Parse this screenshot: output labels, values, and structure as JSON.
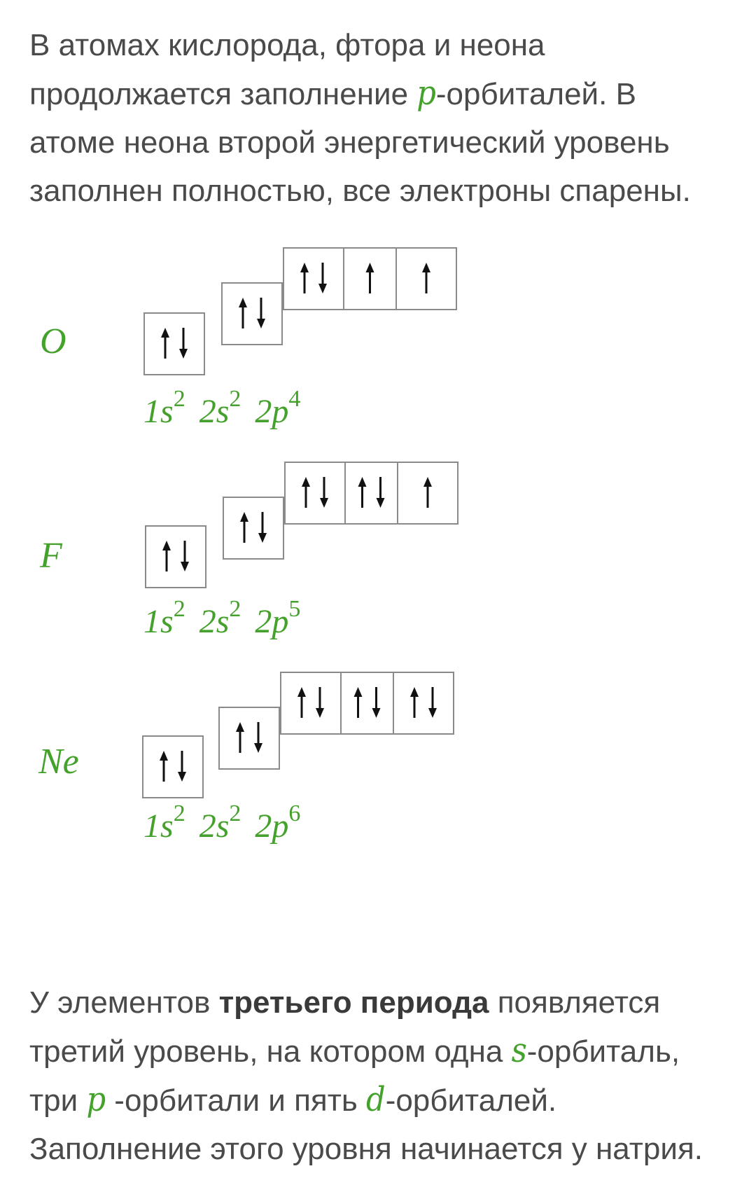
{
  "intro": {
    "part1": "В атомах кислорода, фтора и неона продолжается заполнение ",
    "p_symbol": "p",
    "part2": "-орбиталей. В атоме неона второй энергетический уровень заполнен полностью, все электроны спарены."
  },
  "diagrams": [
    {
      "element": "O",
      "orbitals": {
        "1s": [
          "up-down"
        ],
        "2s": [
          "up-down"
        ],
        "2p": [
          "up-down",
          "up",
          "up"
        ]
      },
      "config": [
        {
          "sublevel": "1s",
          "count": "2"
        },
        {
          "sublevel": "2s",
          "count": "2"
        },
        {
          "sublevel": "2p",
          "count": "4"
        }
      ]
    },
    {
      "element": "F",
      "orbitals": {
        "1s": [
          "up-down"
        ],
        "2s": [
          "up-down"
        ],
        "2p": [
          "up-down",
          "up-down",
          "up"
        ]
      },
      "config": [
        {
          "sublevel": "1s",
          "count": "2"
        },
        {
          "sublevel": "2s",
          "count": "2"
        },
        {
          "sublevel": "2p",
          "count": "5"
        }
      ]
    },
    {
      "element": "Ne",
      "orbitals": {
        "1s": [
          "up-down"
        ],
        "2s": [
          "up-down"
        ],
        "2p": [
          "up-down",
          "up-down",
          "up-down"
        ]
      },
      "config": [
        {
          "sublevel": "1s",
          "count": "2"
        },
        {
          "sublevel": "2s",
          "count": "2"
        },
        {
          "sublevel": "2p",
          "count": "6"
        }
      ]
    }
  ],
  "outro": {
    "part1": "У элементов ",
    "bold": "третьего периода",
    "part2": " появляется третий уровень, на котором одна ",
    "s_symbol": "s",
    "part3": "-орбиталь, три ",
    "p_symbol": "p",
    "part4": " -орбитали и пять ",
    "d_symbol": "d",
    "part5": "-орбиталей. Заполнение этого уровня начинается у натрия."
  },
  "colors": {
    "accent": "#44a12b",
    "text": "#4a4a4a",
    "box_border": "#8a8a8a",
    "arrow": "#111111"
  }
}
